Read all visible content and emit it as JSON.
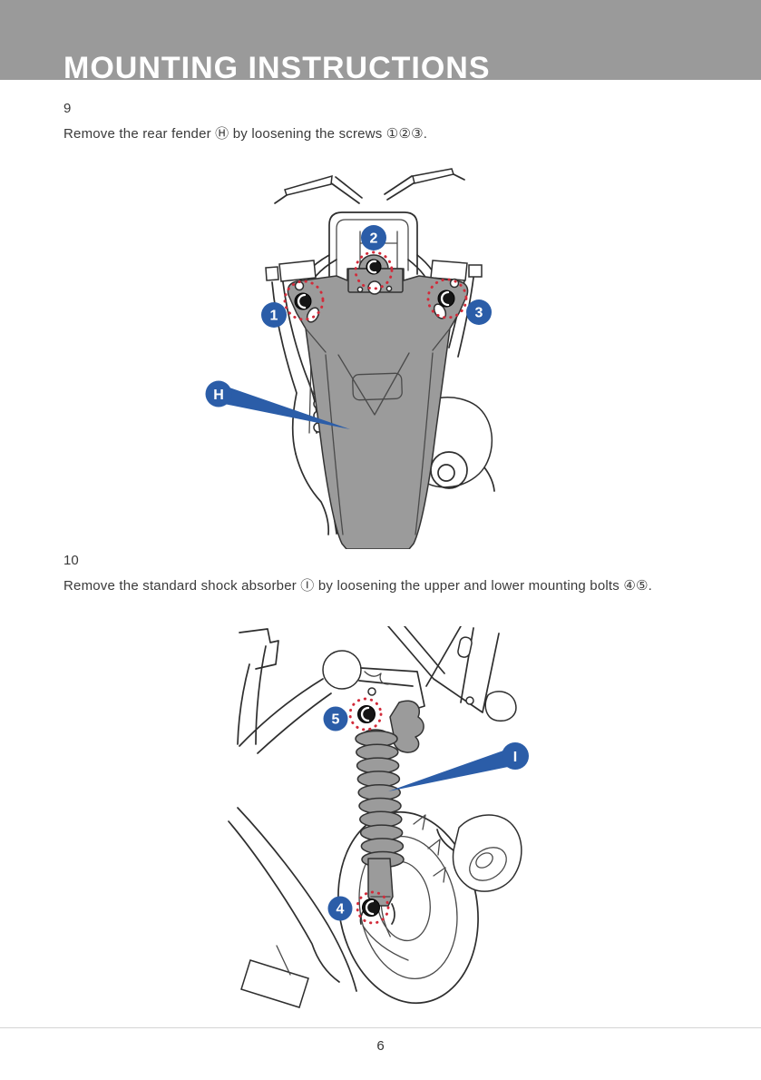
{
  "header": {
    "title": "MOUNTING INSTRUCTIONS"
  },
  "steps": [
    {
      "number": "9",
      "text": "Remove the rear fender Ⓗ by loosening the screws ①②③."
    },
    {
      "number": "10",
      "text": "Remove the standard shock absorber Ⓘ by loosening the upper and lower mounting bolts ④⑤."
    }
  ],
  "figure1": {
    "part_label": "H",
    "callout_1": "1",
    "callout_2": "2",
    "callout_3": "3"
  },
  "figure2": {
    "part_label": "I",
    "callout_4": "4",
    "callout_5": "5"
  },
  "footer": {
    "page_number": "6"
  },
  "colors": {
    "banner_gray": "#9a9a9a",
    "title_white": "#ffffff",
    "body_text": "#3a3a3a",
    "callout_blue": "#2b5da8",
    "marker_red": "#d22b3a",
    "part_fill_gray": "#9b9b9b",
    "line_art_dark": "#2e2e2e"
  }
}
